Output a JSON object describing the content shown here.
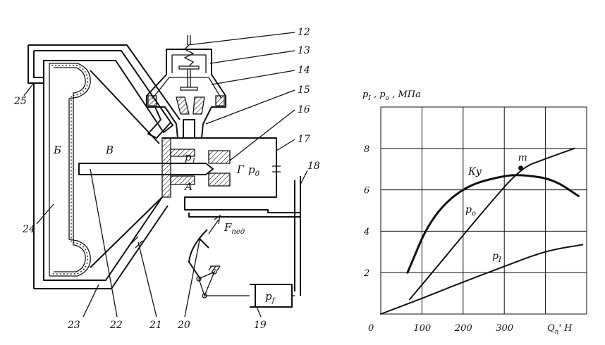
{
  "diagram": {
    "callouts": [
      "12",
      "13",
      "14",
      "15",
      "16",
      "17",
      "18",
      "19",
      "20",
      "21",
      "22",
      "23",
      "24",
      "25"
    ],
    "zones": {
      "b": "Б",
      "v": "В",
      "g": "Г",
      "a": "А"
    },
    "pressure_labels": {
      "p1": "p",
      "p1_sub": "1",
      "p0": "p",
      "p0_sub": "0",
      "pf": "p",
      "pf_sub": "f"
    },
    "force_label": {
      "main": "F",
      "sub": "пед"
    }
  },
  "chart_data": {
    "type": "line",
    "title": "",
    "ylabel": "p_I , p_o , МПа",
    "xlabel": "Q_n' Н",
    "ylabel_parts": {
      "p1": "p",
      "p1_sub": "I",
      "sep": " , ",
      "p0": "p",
      "p0_sub": "o",
      "unit": " , МПа"
    },
    "xlabel_parts": {
      "q": "Q",
      "q_sub": "n",
      "unit": "' Н"
    },
    "origin_label": "0",
    "x_ticks": [
      "100",
      "200",
      "300"
    ],
    "y_ticks": [
      "2",
      "4",
      "6",
      "8"
    ],
    "xlim": [
      0,
      500
    ],
    "ylim": [
      0,
      10
    ],
    "grid": true,
    "point_label": "m",
    "series": [
      {
        "name": "Ку",
        "label_main": "Ку",
        "label_sub": "",
        "x": [
          65,
          120,
          200,
          300,
          350,
          420,
          480
        ],
        "y": [
          2.0,
          4.6,
          6.15,
          6.7,
          6.72,
          6.5,
          5.7
        ]
      },
      {
        "name": "p_o",
        "label_main": "p",
        "label_sub": "o",
        "x": [
          70,
          150,
          250,
          340,
          400,
          470
        ],
        "y": [
          0.7,
          2.6,
          5.0,
          7.05,
          7.5,
          8.0
        ]
      },
      {
        "name": "p_I",
        "label_main": "p",
        "label_sub": "I",
        "x": [
          0,
          100,
          200,
          300,
          400,
          490
        ],
        "y": [
          0.0,
          0.75,
          1.55,
          2.3,
          3.05,
          3.35
        ]
      }
    ],
    "marked_point": {
      "x": 340,
      "y": 7.05
    }
  }
}
